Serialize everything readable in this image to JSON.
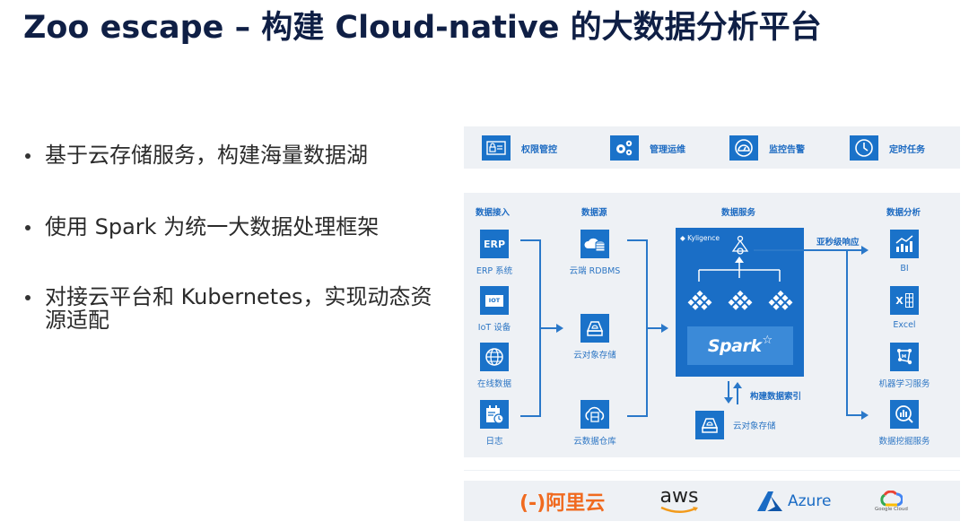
{
  "title": "Zoo escape – 构建 Cloud-native 的大数据分析平台",
  "bullets": [
    "基于云存储服务，构建海量数据湖",
    "使用 Spark 为统一大数据处理框架",
    "对接云平台和 Kubernetes，实现动态资源适配"
  ],
  "top_bar": [
    {
      "icon": "permission-lock-icon",
      "label": "权限管控"
    },
    {
      "icon": "gears-icon",
      "label": "管理运维"
    },
    {
      "icon": "gauge-icon",
      "label": "监控告警"
    },
    {
      "icon": "clock-icon",
      "label": "定时任务"
    }
  ],
  "columns": {
    "ingest": "数据接入",
    "sources": "数据源",
    "services": "数据服务",
    "analysis": "数据分析"
  },
  "ingest_nodes": [
    {
      "icon": "erp-icon",
      "label": "ERP 系统",
      "glyph": "ERP"
    },
    {
      "icon": "iot-monitor-icon",
      "label": "IoT 设备",
      "glyph": "IOT"
    },
    {
      "icon": "globe-icon",
      "label": "在线数据"
    },
    {
      "icon": "log-calendar-icon",
      "label": "日志"
    }
  ],
  "source_nodes": [
    {
      "icon": "cloud-database-icon",
      "label": "云端 RDBMS"
    },
    {
      "icon": "object-storage-icon",
      "label": "云对象存储"
    },
    {
      "icon": "cloud-warehouse-icon",
      "label": "云数据仓库"
    }
  ],
  "service": {
    "brand": "Kyligence",
    "engine": "Spark",
    "response_label": "亚秒级响应",
    "index_label": "构建数据索引",
    "storage_label": "云对象存储"
  },
  "analysis_nodes": [
    {
      "icon": "bi-chart-icon",
      "label": "BI"
    },
    {
      "icon": "excel-icon",
      "label": "Excel",
      "glyph": "X"
    },
    {
      "icon": "machine-learning-icon",
      "label": "机器学习服务"
    },
    {
      "icon": "data-mining-icon",
      "label": "数据挖掘服务"
    }
  ],
  "clouds": {
    "aliyun": "(-)阿里云",
    "aws": "aws",
    "azure": "Azure",
    "google": "Google Cloud"
  },
  "colors": {
    "title": "#0f1f45",
    "accent_blue": "#1a72c9",
    "panel_bg": "#eef1f5",
    "aliyun_orange": "#f06a1f"
  }
}
